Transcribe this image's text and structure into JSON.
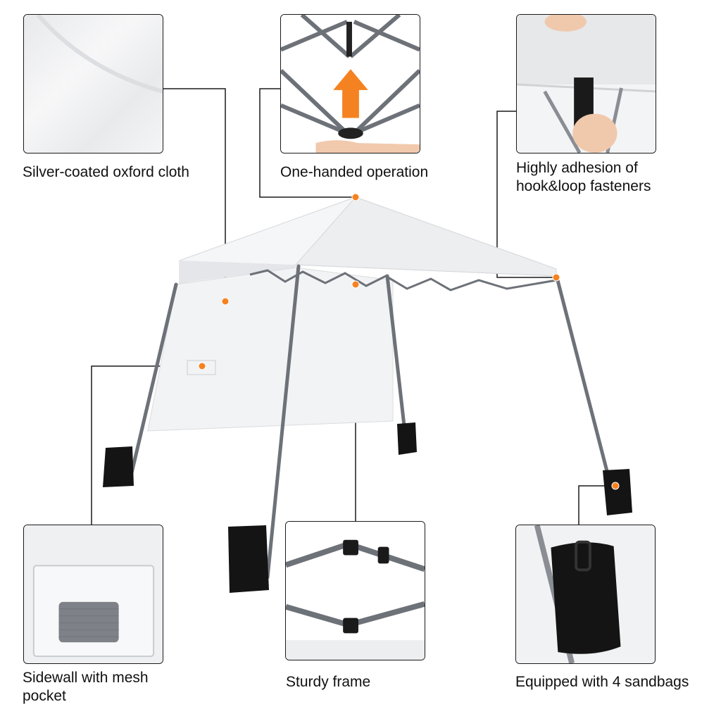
{
  "features": {
    "fabric": {
      "label": "Silver-coated oxford cloth"
    },
    "operation": {
      "label": "One-handed operation"
    },
    "fasteners": {
      "label_line1": "Highly adhesion of",
      "label_line2": "hook&loop fasteners"
    },
    "sidewall": {
      "label_line1": "Sidewall with mesh",
      "label_line2": "pocket"
    },
    "frame": {
      "label": "Sturdy frame"
    },
    "sandbags": {
      "label": "Equipped with 4 sandbags"
    }
  },
  "colors": {
    "accent": "#f58220",
    "frame": "#6d7178",
    "canopy": "#f4f5f6",
    "bag": "#141414",
    "leader": "#1a1a1a"
  }
}
